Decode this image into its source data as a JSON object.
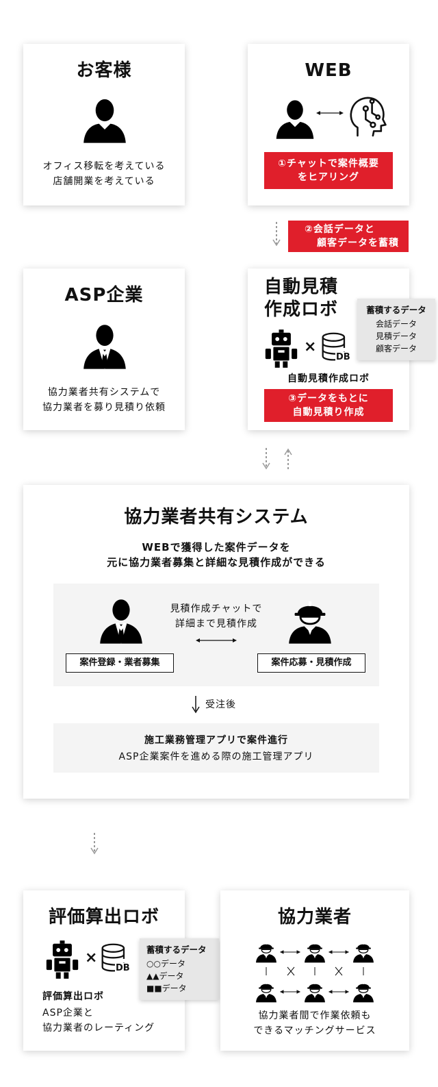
{
  "card_customer": {
    "title": "お客様",
    "desc_line1": "オフィス移転を考えている",
    "desc_line2": "店舗開業を考えている"
  },
  "card_web": {
    "title": "WEB",
    "red_line1": "①チャットで案件概要",
    "red_line2": "をヒアリング"
  },
  "step2": {
    "line1": "②会話データと",
    "line2": "顧客データを蓄積"
  },
  "card_asp": {
    "title": "ASP企業",
    "desc_line1": "協力業者共有システムで",
    "desc_line2": "協力業者を募り見積り依頼"
  },
  "card_robot": {
    "title_line1": "自動見積",
    "title_line2": "作成ロボ",
    "db_label": "DB",
    "times": "×",
    "caption": "自動見積作成ロボ",
    "red_line1": "③データをもとに",
    "red_line2": "自動見積り作成",
    "bubble": {
      "heading": "蓄積するデータ",
      "items": [
        "会話データ",
        "見積データ",
        "顧客データ"
      ]
    }
  },
  "system": {
    "title": "協力業者共有システム",
    "sub_line1": "WEBで獲得した案件データを",
    "sub_line2": "元に協力業者募集と詳細な見積作成ができる",
    "chat_line1": "見積作成チャットで",
    "chat_line2": "詳細まで見積作成",
    "left_label": "案件登録・業者募集",
    "right_label": "案件応募・見積作成",
    "after_order": "受注後",
    "app_title": "施工業務管理アプリで案件進行",
    "app_desc": "ASP企業案件を進める際の施工管理アプリ"
  },
  "card_rating": {
    "title": "評価算出ロボ",
    "db_label": "DB",
    "times": "×",
    "caption": "評価算出ロボ",
    "desc_line1": "ASP企業と",
    "desc_line2": "協力業者のレーティング",
    "bubble": {
      "heading": "蓄積するデータ",
      "items": [
        "○○データ",
        "▲▲データ",
        "■■データ"
      ]
    }
  },
  "card_partner": {
    "title": "協力業者",
    "desc_line1": "協力業者間で作業依頼も",
    "desc_line2": "できるマッチングサービス"
  },
  "colors": {
    "accent_red": "#e01f2b",
    "accent_orange": "#ff7f3d",
    "gray_panel": "#f4f4f4"
  }
}
